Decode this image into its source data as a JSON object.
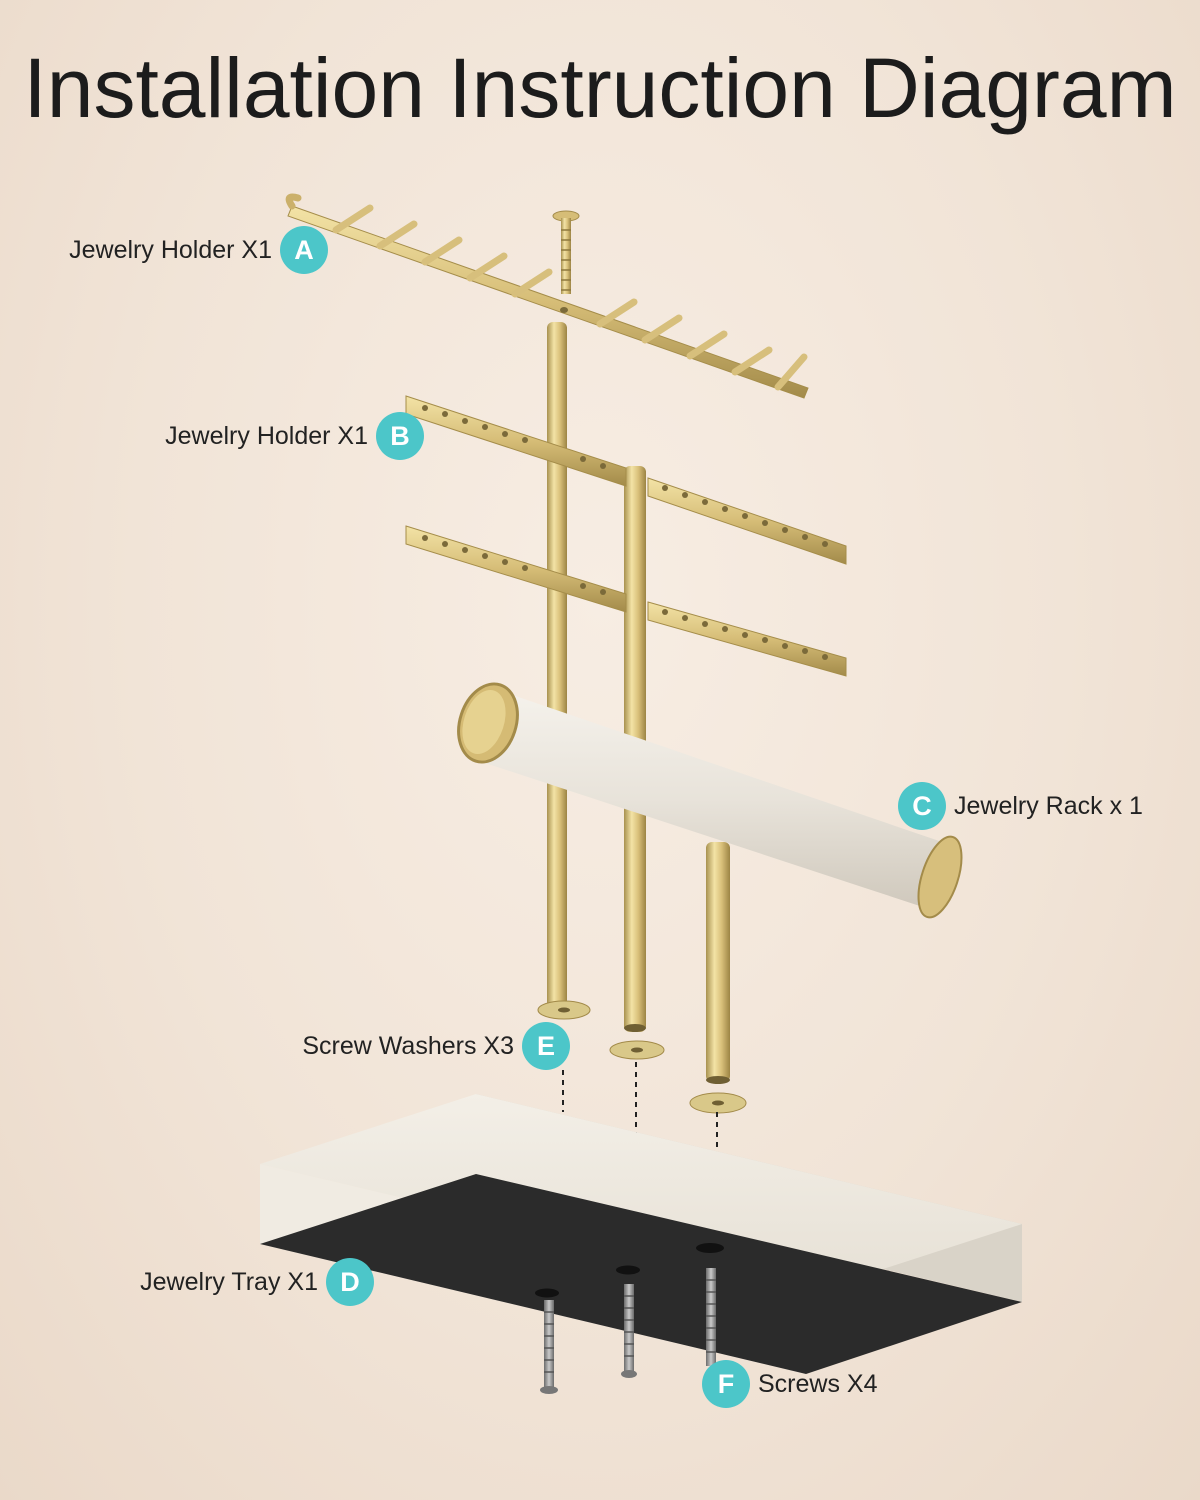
{
  "title": "Installation Instruction Diagram",
  "colors": {
    "badge": "#4cc6c9",
    "gold": "#d8c27f",
    "cream": "#ece7de",
    "tray_base": "#2b2b2b",
    "background": "#f1e4d7"
  },
  "parts": {
    "a": {
      "letter": "A",
      "label": "Jewelry Holder X1"
    },
    "b": {
      "letter": "B",
      "label": "Jewelry Holder X1"
    },
    "c": {
      "letter": "C",
      "label": "Jewelry Rack x 1"
    },
    "d": {
      "letter": "D",
      "label": "Jewelry Tray X1"
    },
    "e": {
      "letter": "E",
      "label": "Screw Washers X3"
    },
    "f": {
      "letter": "F",
      "label": "Screws X4"
    }
  }
}
